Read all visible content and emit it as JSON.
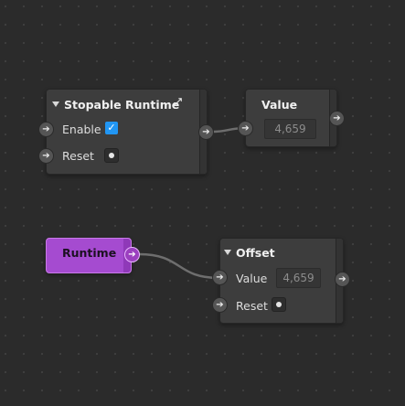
{
  "nodes": {
    "stopable_runtime": {
      "title": "Stopable Runtime",
      "inputs": [
        {
          "label": "Enable",
          "control": "checkbox",
          "checked": true
        },
        {
          "label": "Reset",
          "control": "trigger-button"
        }
      ],
      "output_icon": "arrow-right-icon",
      "expand_icon": "expand-arrows-icon"
    },
    "value": {
      "title": "Value",
      "display_value": "4,659",
      "output_icon": "arrow-right-icon"
    },
    "runtime": {
      "title": "Runtime",
      "output_icon": "arrow-right-icon",
      "color": "#a54bd0"
    },
    "offset": {
      "title": "Offset",
      "inputs": [
        {
          "label": "Value",
          "value": "4,659"
        },
        {
          "label": "Reset",
          "control": "trigger-button"
        }
      ],
      "output_icon": "arrow-right-icon"
    }
  },
  "glyphs": {
    "arrow": "➔",
    "check": "✓",
    "expand": "⤢"
  },
  "colors": {
    "canvas": "#2b2b2b",
    "node": "#3d3d3d",
    "accent_blue": "#2196f3",
    "runtime_purple": "#a54bd0",
    "wire": "#6e6e6e"
  }
}
